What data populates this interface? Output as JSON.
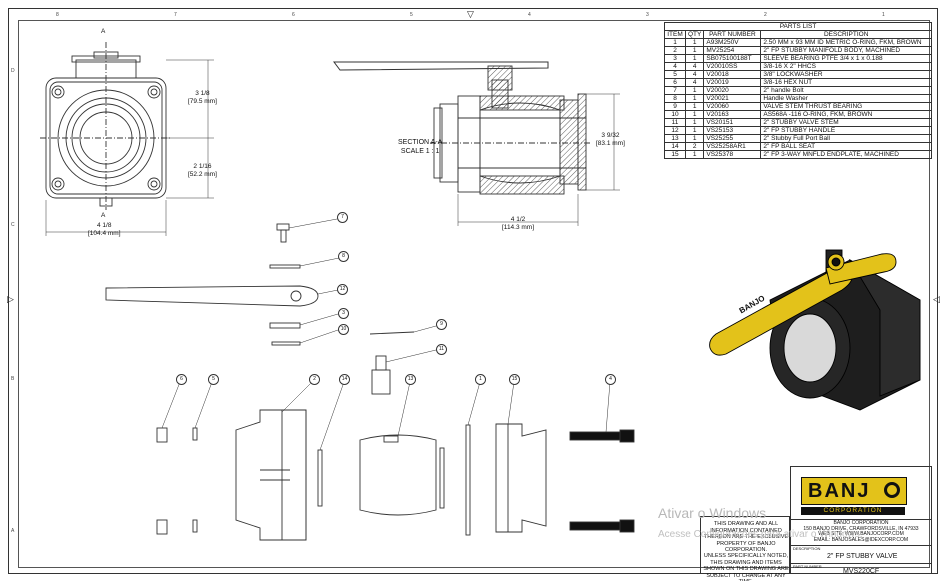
{
  "views": {
    "section_label": "SECTION A-A",
    "section_scale": "SCALE 1 : 1",
    "section_marker": "A",
    "dims": {
      "d1": "3 1/8",
      "d1_mm": "[79.5 mm]",
      "d2": "2 1/16",
      "d2_mm": "[52.2 mm]",
      "d3": "4 1/8",
      "d3_mm": "[104.4 mm]",
      "d4": "3 9/32",
      "d4_mm": "[83.1 mm]",
      "d5": "4 1/2",
      "d5_mm": "[114.3 mm]"
    }
  },
  "parts_list": {
    "title": "PARTS LIST",
    "headers": [
      "ITEM",
      "QTY",
      "PART NUMBER",
      "DESCRIPTION"
    ],
    "rows": [
      [
        "1",
        "1",
        "A93M250V",
        "2.50 MM x 93 MM ID METRIC O-RING, FKM, BROWN"
      ],
      [
        "2",
        "1",
        "MV25254",
        "2\" FP STUBBY MANIFOLD BODY, MACHINED"
      ],
      [
        "3",
        "1",
        "SB075100188T",
        "SLEEVE BEARING PTFE 3/4 x 1 x 0.188"
      ],
      [
        "4",
        "4",
        "V20010SS",
        "3/8-16 X 2\" HHCS"
      ],
      [
        "5",
        "4",
        "V20018",
        "3/8\" LOCKWASHER"
      ],
      [
        "6",
        "4",
        "V20019",
        "3/8-16 HEX NUT"
      ],
      [
        "7",
        "1",
        "V20020",
        "2\" handle Bolt"
      ],
      [
        "8",
        "1",
        "V20021",
        "Handle Washer"
      ],
      [
        "9",
        "1",
        "V20060",
        "VALVE STEM THRUST BEARING"
      ],
      [
        "10",
        "1",
        "V20163",
        "AS568A -116 O-RING, FKM, BROWN"
      ],
      [
        "11",
        "1",
        "VS20151",
        "2\" STUBBY VALVE STEM"
      ],
      [
        "12",
        "1",
        "VS25153",
        "2\" FP STUBBY HANDLE"
      ],
      [
        "13",
        "1",
        "VS25255",
        "2\" Stubby Full Port Ball"
      ],
      [
        "14",
        "2",
        "VS25258AR1",
        "2\" FP BALL SEAT"
      ],
      [
        "15",
        "1",
        "VS25378",
        "2\" FP 3-WAY MNFLD ENDPLATE, MACHINED"
      ]
    ]
  },
  "callouts": {
    "c7": "7",
    "c8": "8",
    "c12": "12",
    "c3": "3",
    "c10": "10",
    "c9": "9",
    "c11": "11",
    "c6": "6",
    "c5": "5",
    "c2": "2",
    "c14": "14",
    "c13": "13",
    "c1": "1",
    "c15": "15",
    "c4": "4"
  },
  "handle_text": "BANJO",
  "title_block": {
    "notice": "THIS DRAWING AND ALL INFORMATION CONTAINED THEREON ARE THE EXCLUSIVE PROPERTY OF BANJO CORPORATION.",
    "notice2": "UNLESS SPECIFICALLY NOTED, THIS DRAWING AND ITEMS SHOWN ON THIS DRAWING ARE SUBJECT TO CHANGE AT ANY TIME.",
    "logo": "BANJ",
    "logo_sub": "CORPORATION",
    "company": "BANJO CORPORATION",
    "address": "150 BANJO DRIVE, CRAWFORDSVILLE, IN 47933",
    "web": "WEB SITE: WWW.BANJOCORP.COM",
    "email": "EMAIL: BANJOSALES@IDEXCORP.COM",
    "desc_label": "DESCRIPTION",
    "description": "2\" FP STUBBY VALVE",
    "pn_label": "PART NUMBER",
    "part_number": "MVS220CF"
  },
  "zones": {
    "top": [
      "8",
      "7",
      "6",
      "5",
      "4",
      "3",
      "2",
      "1"
    ],
    "left": [
      "D",
      "C",
      "B",
      "A"
    ]
  },
  "watermark": {
    "line1": "Ativar o Windows",
    "line2": "Acesse Configurações para ativar o Windows."
  },
  "colors": {
    "handle": "#e3c21a",
    "body": "#1e1e1e",
    "line": "#333333"
  }
}
